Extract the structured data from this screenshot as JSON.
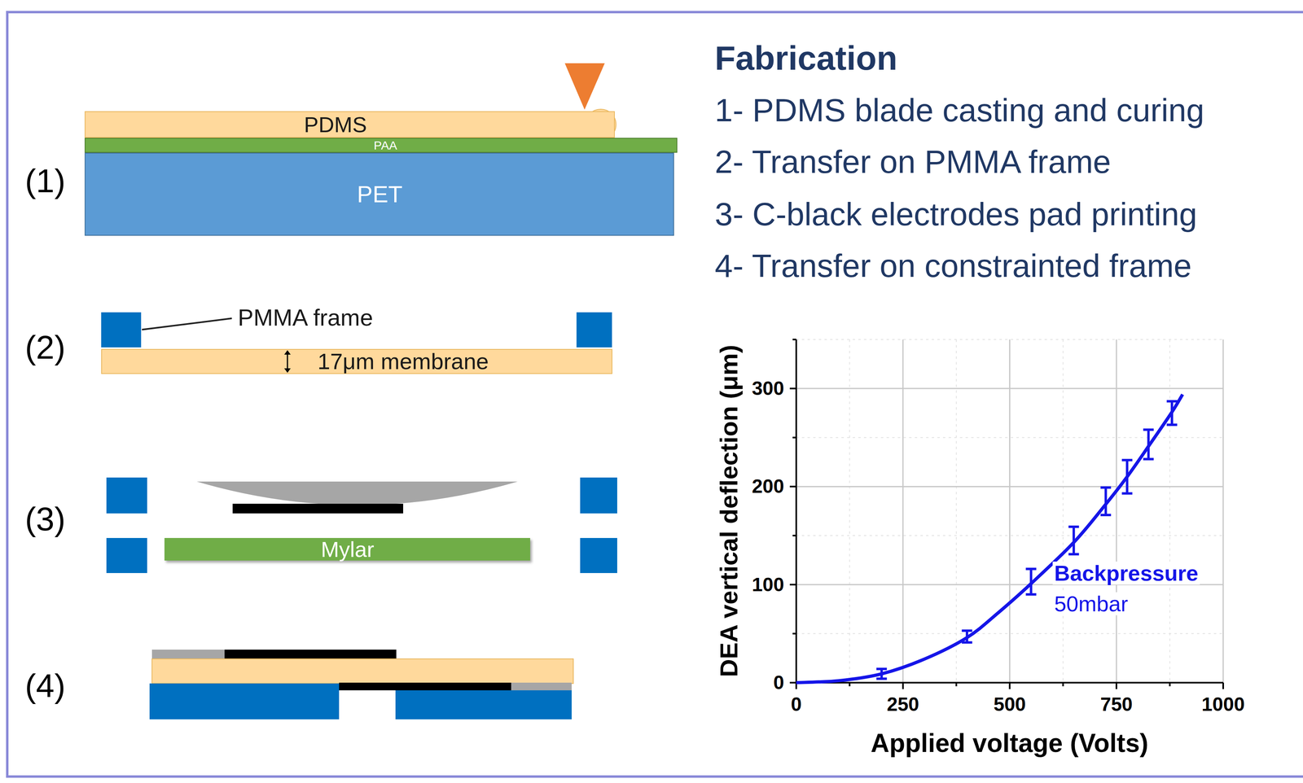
{
  "diagram": {
    "title": "Fabrication",
    "nodes": [
      {
        "text": [
          "PDMS"
        ]
      },
      {
        "text": [
          "PAA"
        ]
      },
      {
        "text": [
          "PET"
        ]
      },
      {
        "text": [
          "17μm membrane"
        ]
      },
      {
        "text": [
          "Mylar"
        ]
      }
    ],
    "labels": [
      "(1)",
      "(2)",
      "(3)",
      "(4)",
      "PMMA frame",
      "1- PDMS blade casting and curing",
      "2- Transfer on PMMA frame",
      "3- C-black electrodes pad printing",
      "4- Transfer on constrainted frame",
      "DEA vertical deflection (μm)",
      "0",
      "100",
      "200",
      "300",
      "Applied voltage (Volts)",
      "0",
      "250",
      "500",
      "750",
      "1000",
      "Backpressure",
      "50mbar"
    ]
  }
}
